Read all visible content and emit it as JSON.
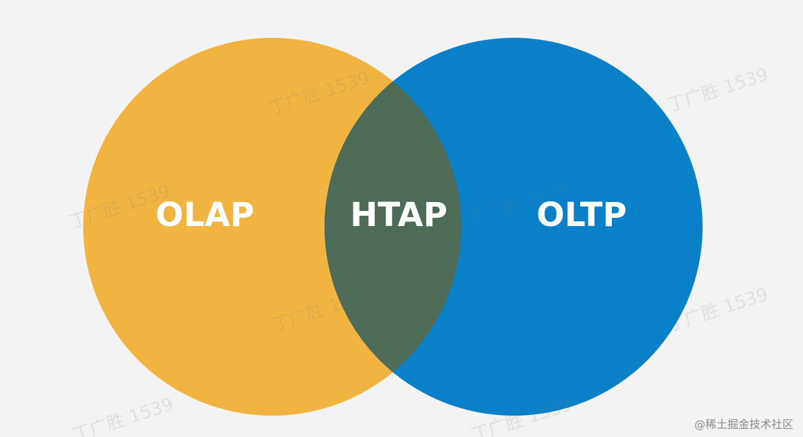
{
  "diagram": {
    "sets": [
      {
        "id": "olap",
        "label": "OLAP",
        "color": "#f2b441"
      },
      {
        "id": "oltp",
        "label": "OLTP",
        "color": "#0a80c8"
      }
    ],
    "intersection": {
      "label": "HTAP",
      "color": "#4d6b57"
    }
  },
  "watermark": {
    "text": "丁广胜 1539"
  },
  "credit": {
    "text": "@稀土掘金技术社区"
  }
}
